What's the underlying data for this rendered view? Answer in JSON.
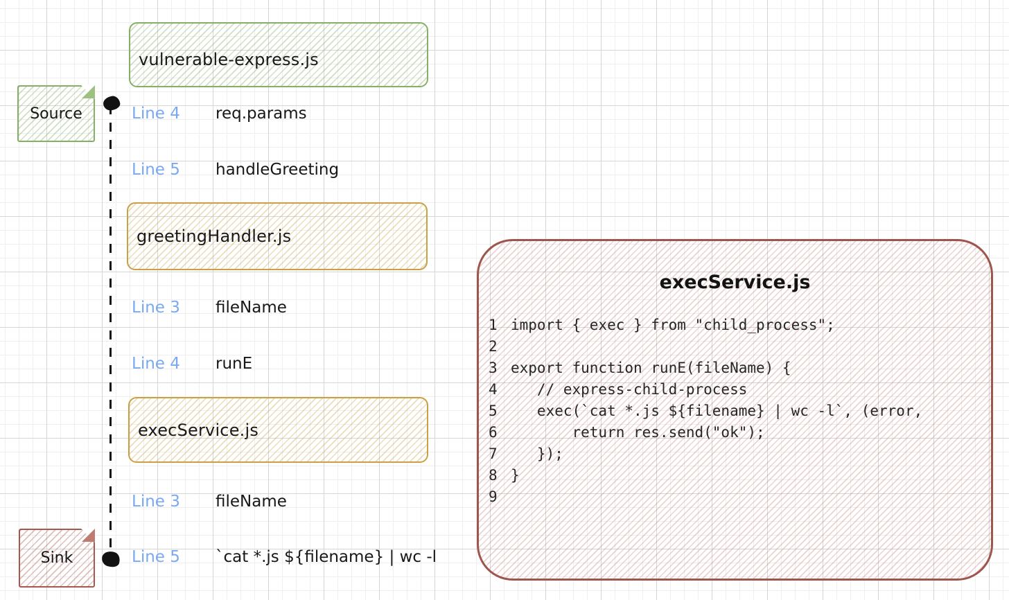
{
  "colors": {
    "green": "#85ae66",
    "yellow": "#c7a144",
    "red": "#9d564e",
    "blue": "#7aa9f2",
    "ink": "#1a1a1a"
  },
  "trace": {
    "source_label": "Source",
    "sink_label": "Sink",
    "files": [
      {
        "name": "vulnerable-express.js",
        "color": "green",
        "steps": [
          {
            "line": "Line 4",
            "value": "req.params"
          },
          {
            "line": "Line 5",
            "value": "handleGreeting"
          }
        ]
      },
      {
        "name": "greetingHandler.js",
        "color": "yellow",
        "steps": [
          {
            "line": "Line 3",
            "value": "fileName"
          },
          {
            "line": "Line 4",
            "value": "runE"
          }
        ]
      },
      {
        "name": "execService.js",
        "color": "yellow",
        "steps": [
          {
            "line": "Line 3",
            "value": "fileName"
          },
          {
            "line": "Line 5",
            "value": "`cat *.js ${filename} | wc -l"
          }
        ]
      }
    ]
  },
  "code_panel": {
    "title": "execService.js",
    "lines": [
      {
        "num": "1",
        "code": "import { exec } from \"child_process\";"
      },
      {
        "num": "2",
        "code": ""
      },
      {
        "num": "3",
        "code": "export function runE(fileName) {"
      },
      {
        "num": "4",
        "code": "   // express-child-process"
      },
      {
        "num": "5",
        "code": "   exec(`cat *.js ${filename} | wc -l`, (error,"
      },
      {
        "num": "6",
        "code": "       return res.send(\"ok\");"
      },
      {
        "num": "7",
        "code": "   });"
      },
      {
        "num": "8",
        "code": "}"
      },
      {
        "num": "9",
        "code": ""
      }
    ]
  }
}
